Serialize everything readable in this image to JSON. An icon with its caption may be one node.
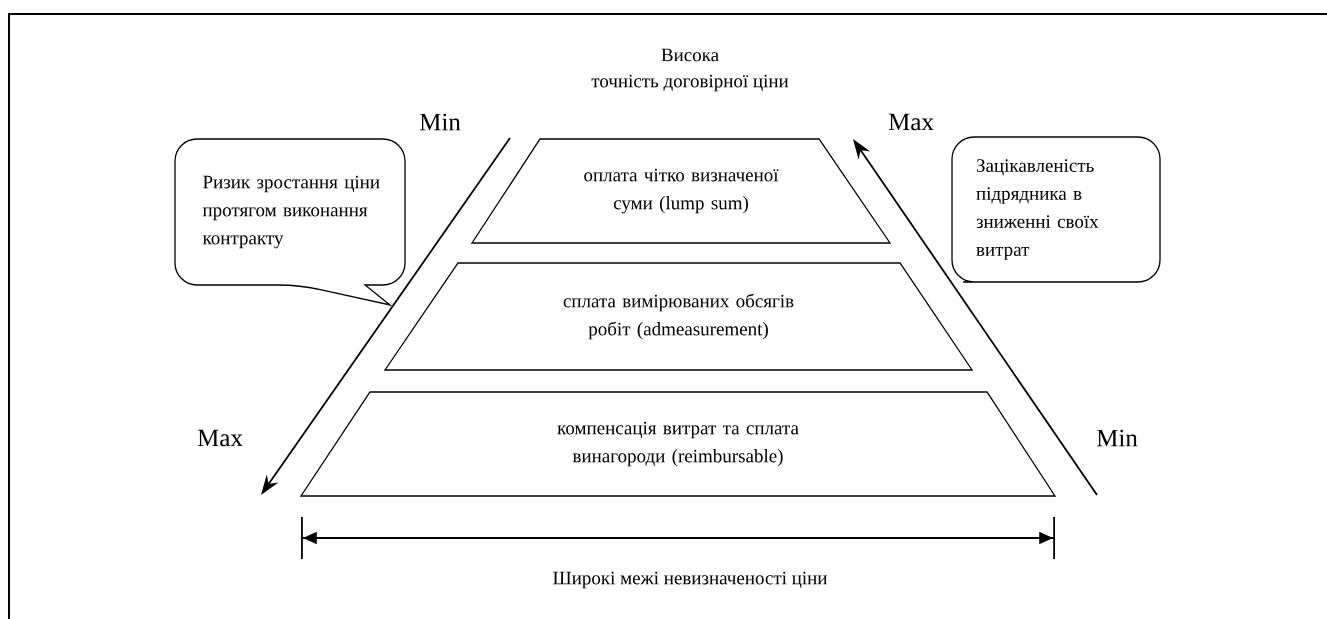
{
  "diagram": {
    "nodes": [
      {
        "text": [
          "Ризик зростання ціни протягом виконання контракту"
        ]
      },
      {
        "text": [
          "оплата чітко визначеної суми (lump sum)"
        ]
      },
      {
        "text": [
          "Зацікавленість підрядника в зниженні своїх витрат"
        ]
      },
      {
        "text": [
          "сплата вимірюваних обсягів робіт (admeasurement)"
        ]
      },
      {
        "text": [
          "компенсація витрат та сплата винагороди (reimbursable)"
        ]
      }
    ],
    "labels": [
      "Висока",
      "точність договірної ціни",
      "Min",
      "Max",
      "Max",
      "Min",
      "Широкі межі невизначеності ціни"
    ]
  }
}
